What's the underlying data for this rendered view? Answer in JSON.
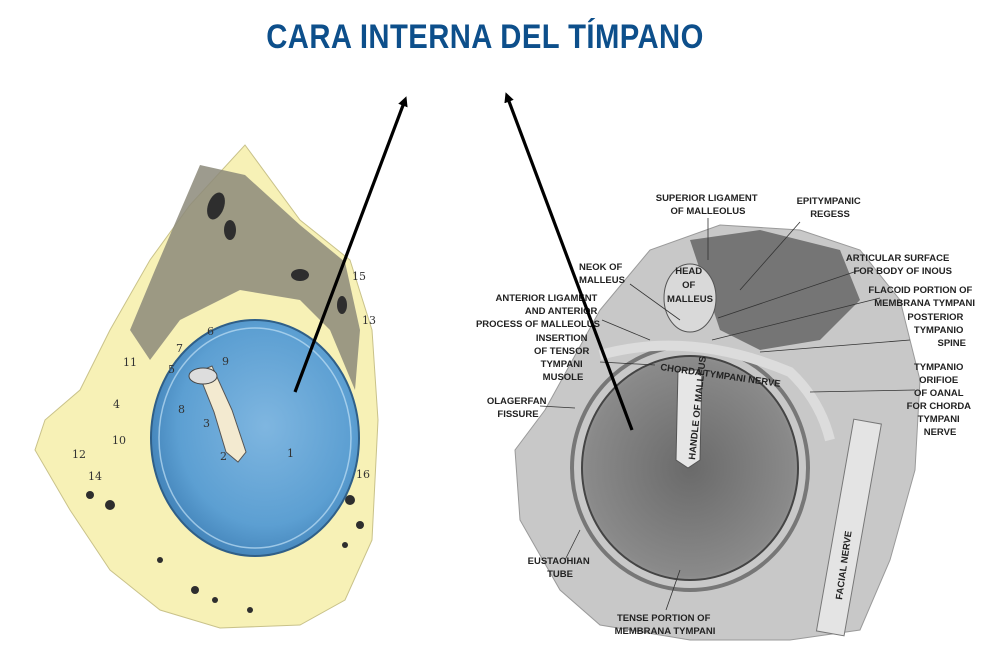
{
  "title": "CARA INTERNA DEL TÍMPANO",
  "colors": {
    "title": "#0d4f8b",
    "bone": "#f7f1b6",
    "membrane": "#5c9fd2",
    "arrow": "#000000"
  },
  "left_figure": {
    "numbers": [
      "1",
      "2",
      "3",
      "4",
      "5",
      "6",
      "7",
      "8",
      "9",
      "10",
      "11",
      "12",
      "13",
      "14",
      "15",
      "16"
    ]
  },
  "right_figure": {
    "labels": {
      "superior_ligament": [
        "SUPERIOR LIGAMENT",
        "OF MALLEOLUS"
      ],
      "epitympanic_recess": [
        "EPITYMPANIC",
        "REGESS"
      ],
      "neck_of_malleus": [
        "NEOK OF",
        "MALLEUS"
      ],
      "head_of_malleus": [
        "HEAD",
        "OF",
        "MALLEUS"
      ],
      "articular_surface": [
        "ARTICULAR SURFACE",
        "FOR BODY OF INOUS"
      ],
      "anterior_ligament": [
        "ANTERIOR LIGAMENT",
        "AND ANTERIOR",
        "PROCESS OF MALLEOLUS"
      ],
      "flaccid_portion": [
        "FLACOID PORTION OF",
        "MEMBRANA TYMPANI"
      ],
      "posterior_spine": [
        "POSTERIOR",
        "TYMPANIO",
        "SPINE"
      ],
      "tensor_insertion": [
        "INSERTION",
        "OF TENSOR",
        "TYMPANI",
        "MUSOLE"
      ],
      "tympanic_orifice": [
        "TYMPANIO",
        "ORIFIOE",
        "OF OANAL",
        "FOR CHORDA",
        "TYMPANI",
        "NERVE"
      ],
      "glaserian_fissure": [
        "OLAGERFAN",
        "FISSURE"
      ],
      "eustachian_tube": [
        "EUSTAOHIAN",
        "TUBE"
      ],
      "tense_portion": [
        "TENSE PORTION OF",
        "MEMBRANA TYMPANI"
      ],
      "chorda_tympani": "CHORDA TYMPANI NERVE",
      "handle_of_malleus": "HANDLE OF MALLEUS",
      "facial_nerve": "FACIAL NERVE"
    }
  }
}
